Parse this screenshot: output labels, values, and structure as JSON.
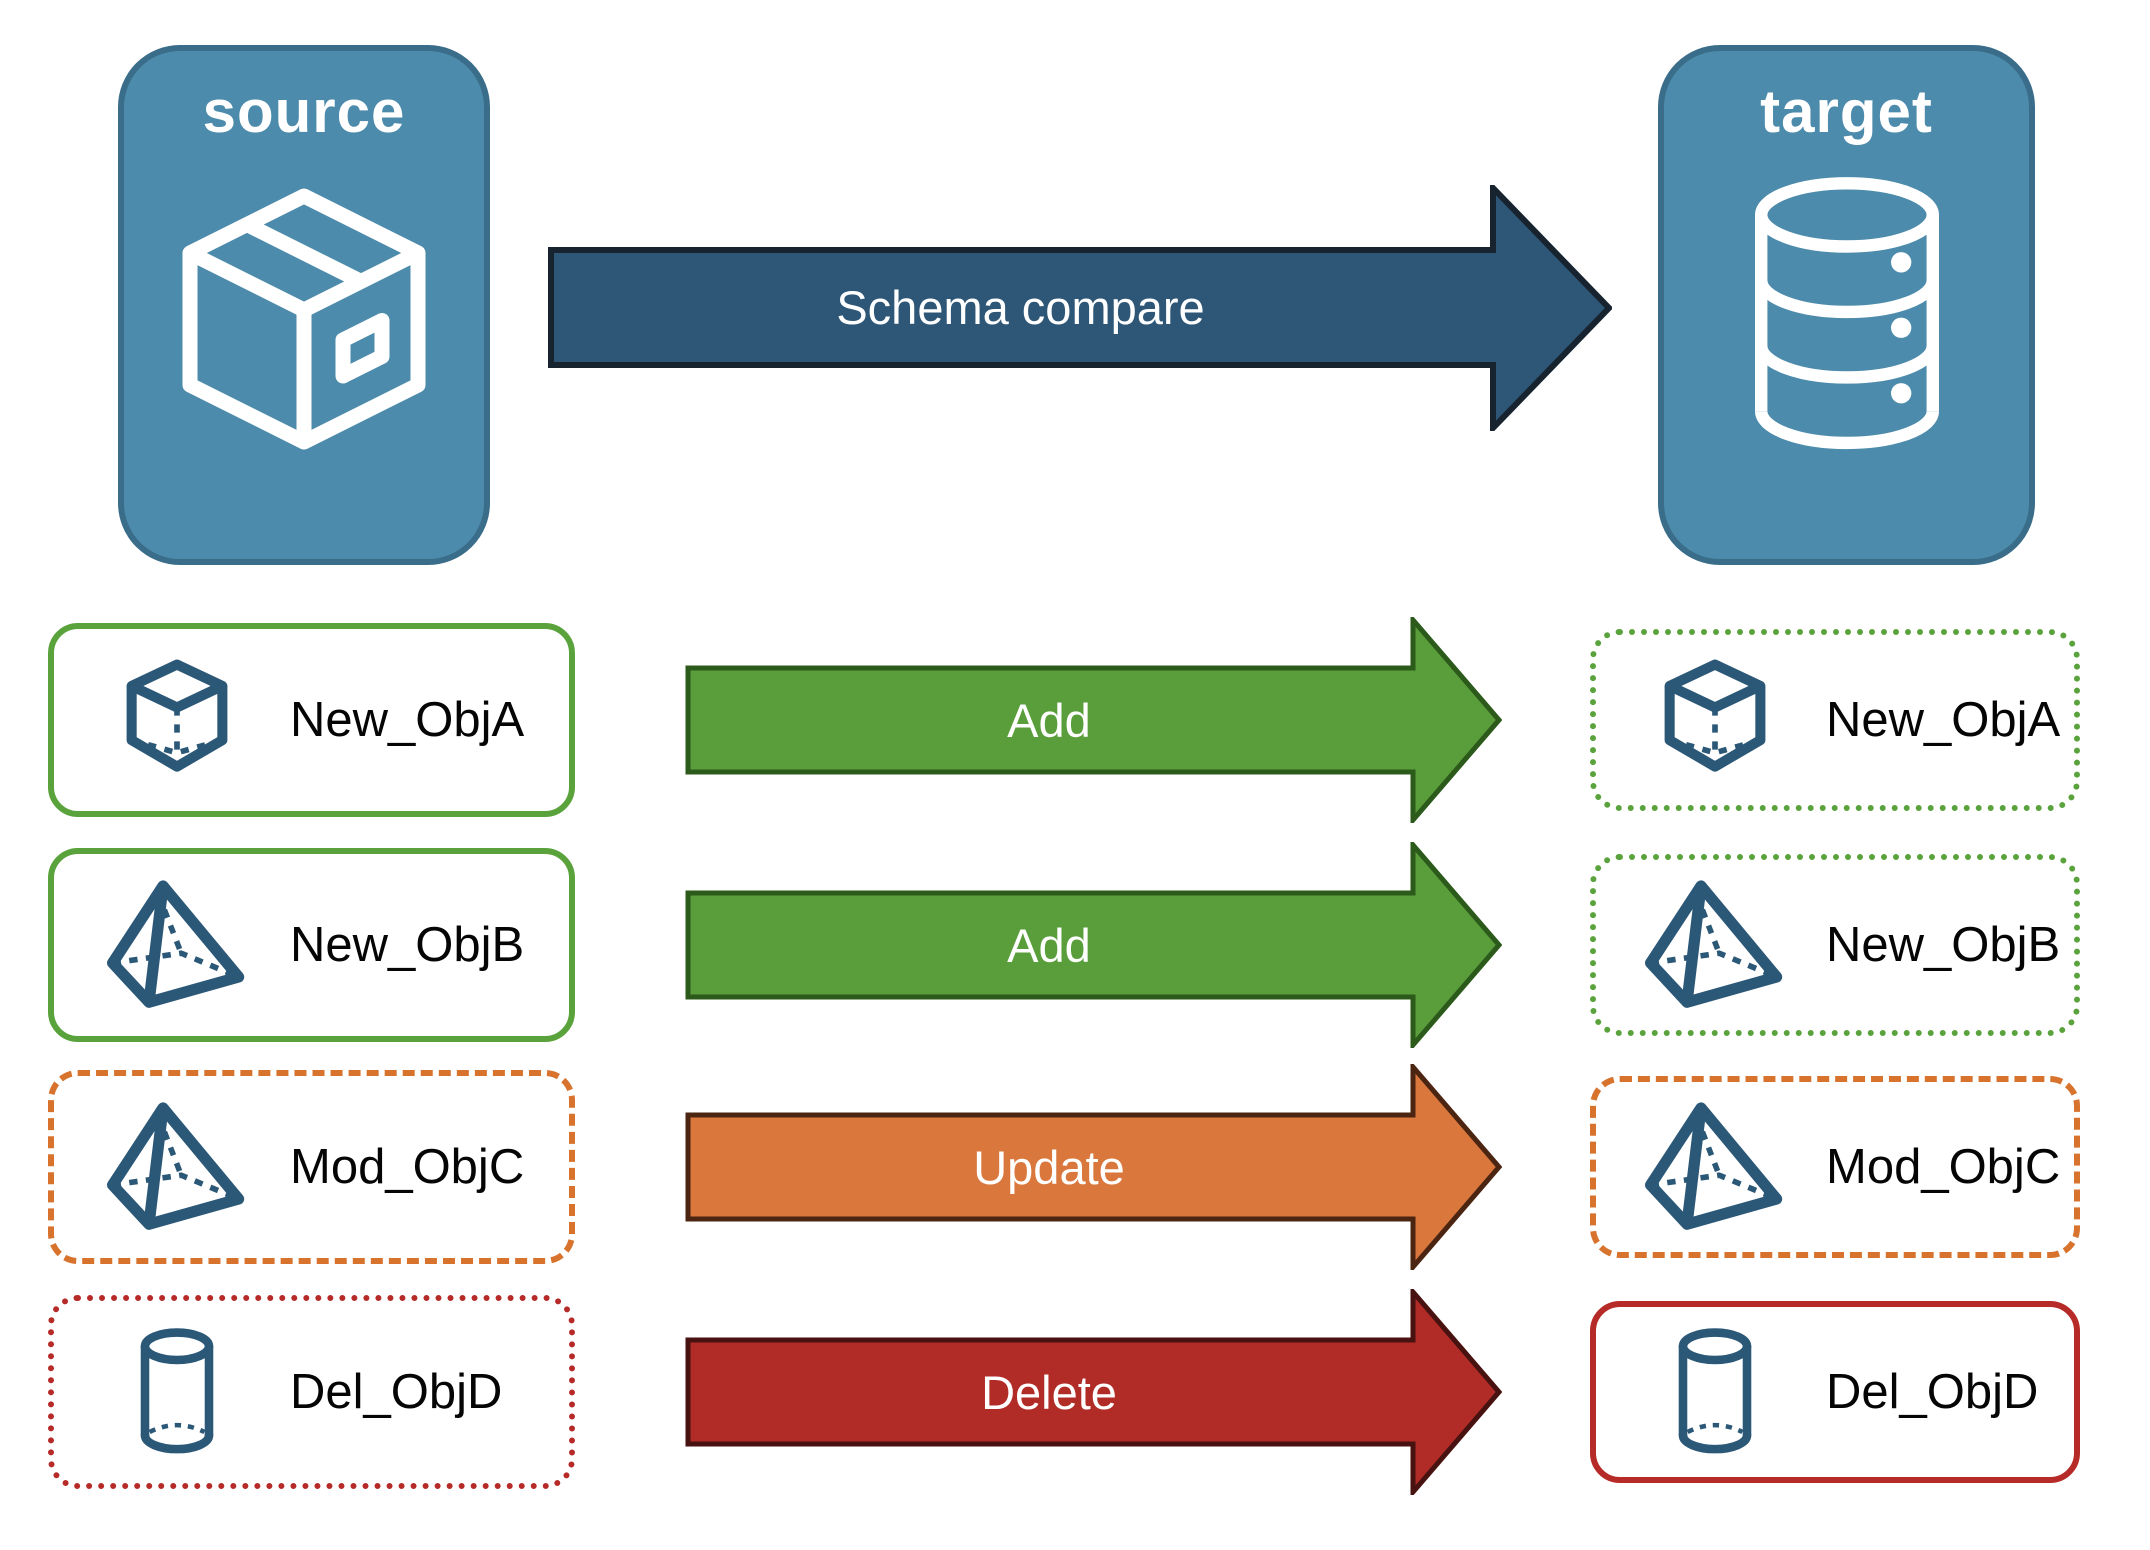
{
  "nodes": {
    "source": {
      "label": "source",
      "icon": "package-icon"
    },
    "target": {
      "label": "target",
      "icon": "database-icon"
    }
  },
  "compare_arrow": {
    "label": "Schema compare",
    "fill": "#2e5777",
    "border": "#17242f"
  },
  "rows": [
    {
      "source_box": {
        "label": "New_ObjA",
        "icon": "cube-icon",
        "border_style": "solid",
        "border_color": "#5aa33c"
      },
      "arrow": {
        "label": "Add",
        "fill": "#5a9e3b",
        "border": "#2b5a1b"
      },
      "target_box": {
        "label": "New_ObjA",
        "icon": "cube-icon",
        "border_style": "dotted",
        "border_color": "#5aa33c"
      }
    },
    {
      "source_box": {
        "label": "New_ObjB",
        "icon": "pyramid-icon",
        "border_style": "solid",
        "border_color": "#5aa33c"
      },
      "arrow": {
        "label": "Add",
        "fill": "#5a9e3b",
        "border": "#2b5a1b"
      },
      "target_box": {
        "label": "New_ObjB",
        "icon": "pyramid-icon",
        "border_style": "dotted",
        "border_color": "#5aa33c"
      }
    },
    {
      "source_box": {
        "label": "Mod_ObjC",
        "icon": "pyramid-icon",
        "border_style": "dashed",
        "border_color": "#d8732e"
      },
      "arrow": {
        "label": "Update",
        "fill": "#d9773c",
        "border": "#4b2512"
      },
      "target_box": {
        "label": "Mod_ObjC",
        "icon": "pyramid-icon",
        "border_style": "dashed",
        "border_color": "#d8732e"
      }
    },
    {
      "source_box": {
        "label": "Del_ObjD",
        "icon": "cylinder-icon",
        "border_style": "dotted",
        "border_color": "#b62a28"
      },
      "arrow": {
        "label": "Delete",
        "fill": "#b12b27",
        "border": "#471210"
      },
      "target_box": {
        "label": "Del_ObjD",
        "icon": "cylinder-icon",
        "border_style": "solid",
        "border_color": "#b62a28"
      }
    }
  ],
  "palette": {
    "node_fill": "#4c8bab",
    "node_border": "#3a6d89",
    "icon_blue": "#2c5878",
    "background": "#ffffff"
  }
}
